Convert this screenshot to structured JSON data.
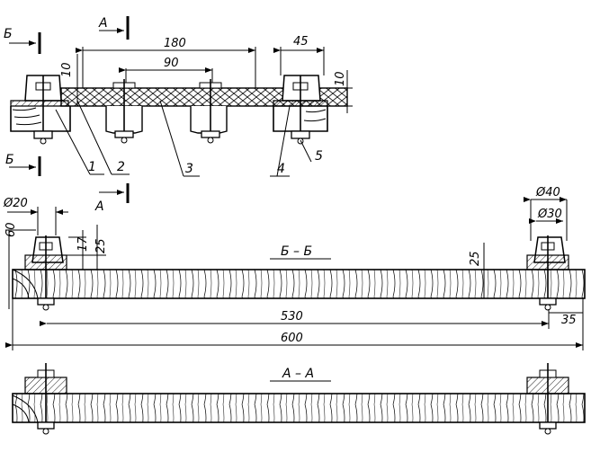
{
  "dimensions": {
    "top_180": "180",
    "top_90": "90",
    "top_45": "45",
    "top_10_left": "10",
    "top_10_right": "10",
    "d_20": "Ø20",
    "d_40": "Ø40",
    "d_30": "Ø30",
    "h_60": "60",
    "h_17": "17",
    "h_25_left": "25",
    "h_25_right": "25",
    "len_530": "530",
    "len_35": "35",
    "len_600": "600"
  },
  "parts": [
    "1",
    "2",
    "3",
    "4",
    "5"
  ],
  "section_marks": {
    "A_top": "А",
    "A_bottom": "А",
    "B_top": "Б",
    "B_bottom": "Б"
  },
  "section_titles": {
    "bb": "Б – Б",
    "aa": "А – А"
  }
}
